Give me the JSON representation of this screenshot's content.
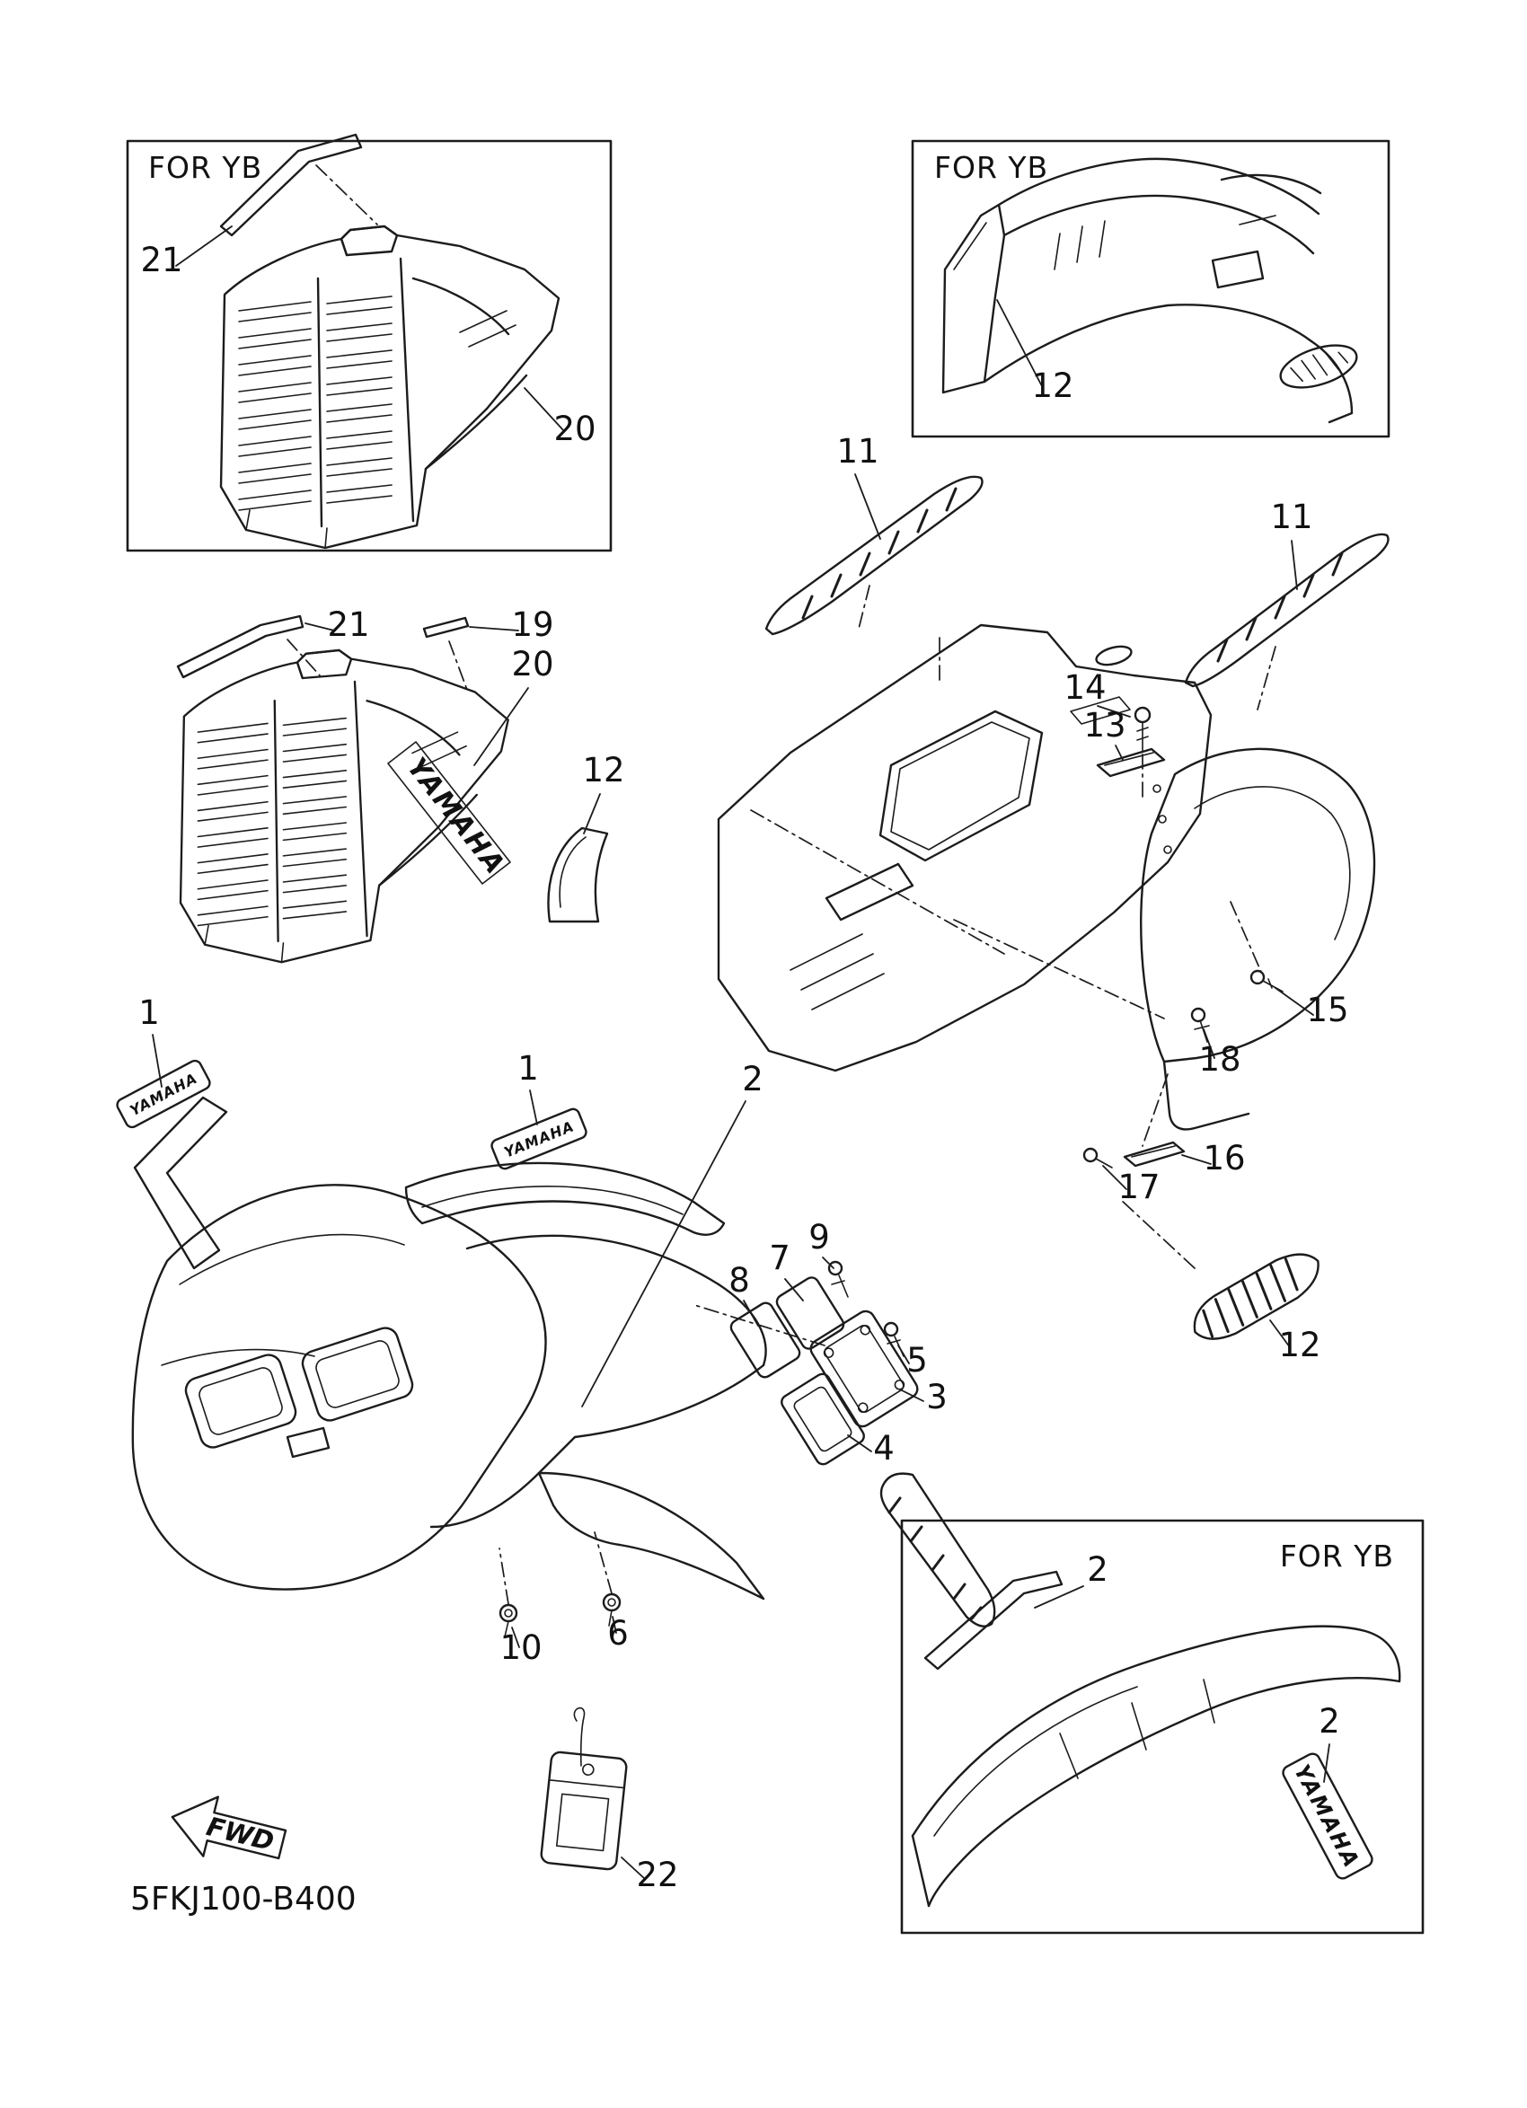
{
  "diagram": {
    "code": "5FKJ100-B400",
    "fwd": "FWD",
    "brand": "YAMAHA",
    "insets": [
      {
        "label": "FOR YB"
      },
      {
        "label": "FOR YB"
      },
      {
        "label": "FOR YB"
      }
    ],
    "callouts": [
      {
        "id": "21-inset-top-left",
        "label": "21"
      },
      {
        "id": "20-inset-top-left",
        "label": "20"
      },
      {
        "id": "12-inset-top-right",
        "label": "12"
      },
      {
        "id": "21-mid-left",
        "label": "21"
      },
      {
        "id": "19",
        "label": "19"
      },
      {
        "id": "20-mid-left",
        "label": "20"
      },
      {
        "id": "12-mid",
        "label": "12"
      },
      {
        "id": "11-left",
        "label": "11"
      },
      {
        "id": "11-right",
        "label": "11"
      },
      {
        "id": "14",
        "label": "14"
      },
      {
        "id": "13",
        "label": "13"
      },
      {
        "id": "15",
        "label": "15"
      },
      {
        "id": "18",
        "label": "18"
      },
      {
        "id": "16",
        "label": "16"
      },
      {
        "id": "17",
        "label": "17"
      },
      {
        "id": "1-left",
        "label": "1"
      },
      {
        "id": "1-center",
        "label": "1"
      },
      {
        "id": "2-main",
        "label": "2"
      },
      {
        "id": "9",
        "label": "9"
      },
      {
        "id": "7",
        "label": "7"
      },
      {
        "id": "8",
        "label": "8"
      },
      {
        "id": "5",
        "label": "5"
      },
      {
        "id": "3",
        "label": "3"
      },
      {
        "id": "4",
        "label": "4"
      },
      {
        "id": "10",
        "label": "10"
      },
      {
        "id": "6",
        "label": "6"
      },
      {
        "id": "12-emblem",
        "label": "12"
      },
      {
        "id": "22",
        "label": "22"
      },
      {
        "id": "2-inset-top",
        "label": "2"
      },
      {
        "id": "2-inset-right",
        "label": "2"
      }
    ]
  }
}
